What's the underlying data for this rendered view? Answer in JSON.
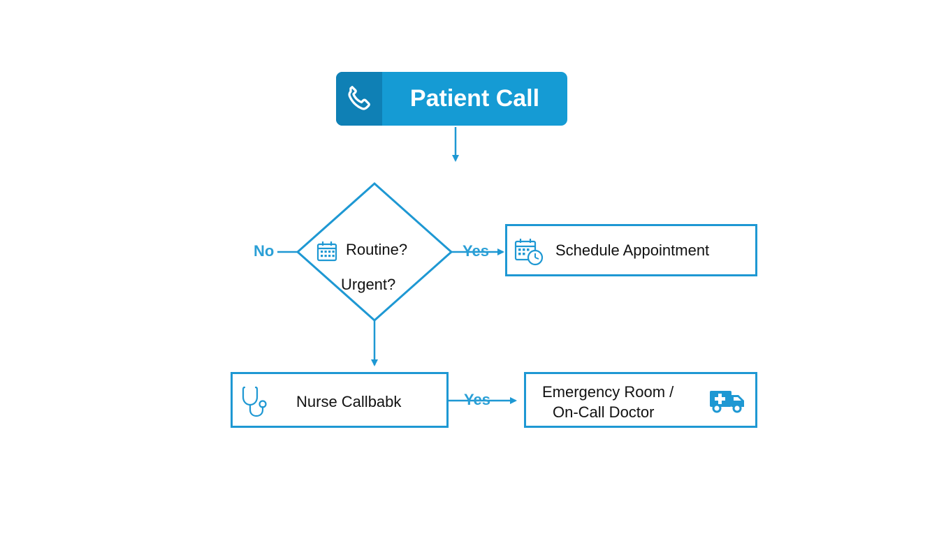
{
  "colors": {
    "primary": "#159bd4",
    "primary_dark": "#0f80b5",
    "line": "#1e98d3",
    "branch_text": "#2a9fd6",
    "text": "#111111"
  },
  "start": {
    "icon": "phone-icon",
    "title": "Patient Call"
  },
  "decision": {
    "icon": "calendar-icon",
    "line1": "Routine?",
    "line2": "Urgent?"
  },
  "branches": {
    "left": "No",
    "right": "Yes",
    "bottom_right": "Yes"
  },
  "boxes": {
    "schedule": {
      "icon": "calendar-clock-icon",
      "label": "Schedule Appointment"
    },
    "nurse": {
      "icon": "stethoscope-icon",
      "label": "Nurse Callbabk"
    },
    "emergency": {
      "icon": "ambulance-icon",
      "line1": "Emergency Room /",
      "line2": "On-Call Doctor"
    }
  }
}
